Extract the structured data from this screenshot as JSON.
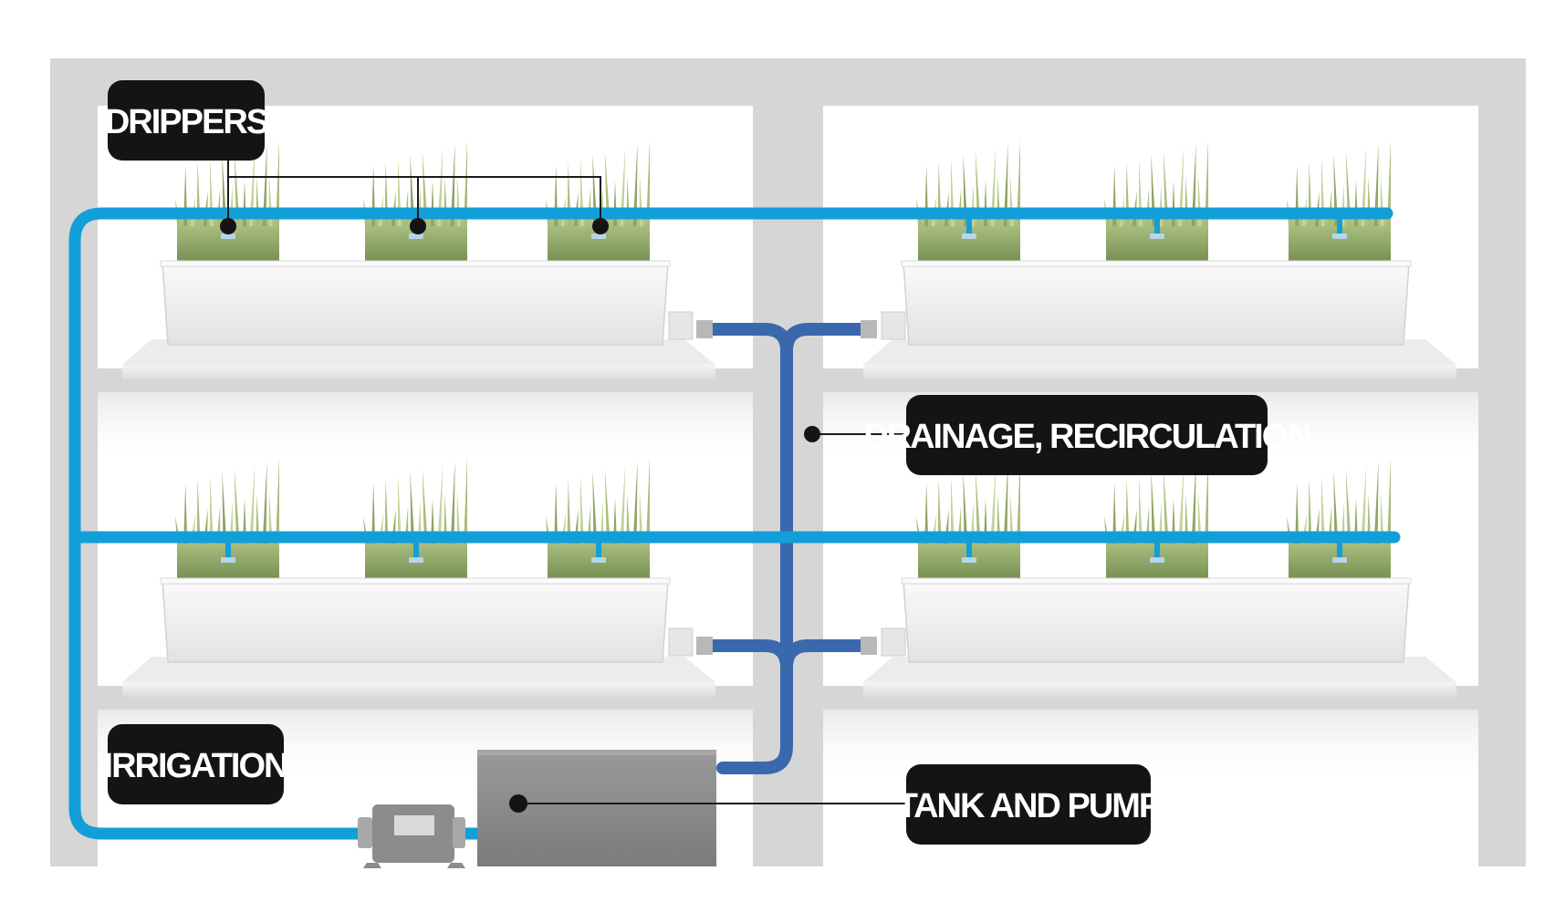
{
  "labels": {
    "drippers": "DRIPPERS",
    "drainage": "DRAINAGE, RECIRCULATION",
    "irrigation": "IRRIGATION",
    "tank_pump": "TANK AND PUMP"
  },
  "colors": {
    "frame": "#d6d6d6",
    "irrigation_pipe": "#129fd9",
    "drainage_pipe": "#3a68ad",
    "label_bg": "#141414",
    "label_text": "#ffffff",
    "tank": "#8c8c8c",
    "planter": "#f3f3f3",
    "grass": "#8fa565"
  },
  "icons": {
    "pump": "pump-icon",
    "tank": "tank-icon",
    "dripper": "dripper-icon",
    "grass": "grass-icon"
  }
}
